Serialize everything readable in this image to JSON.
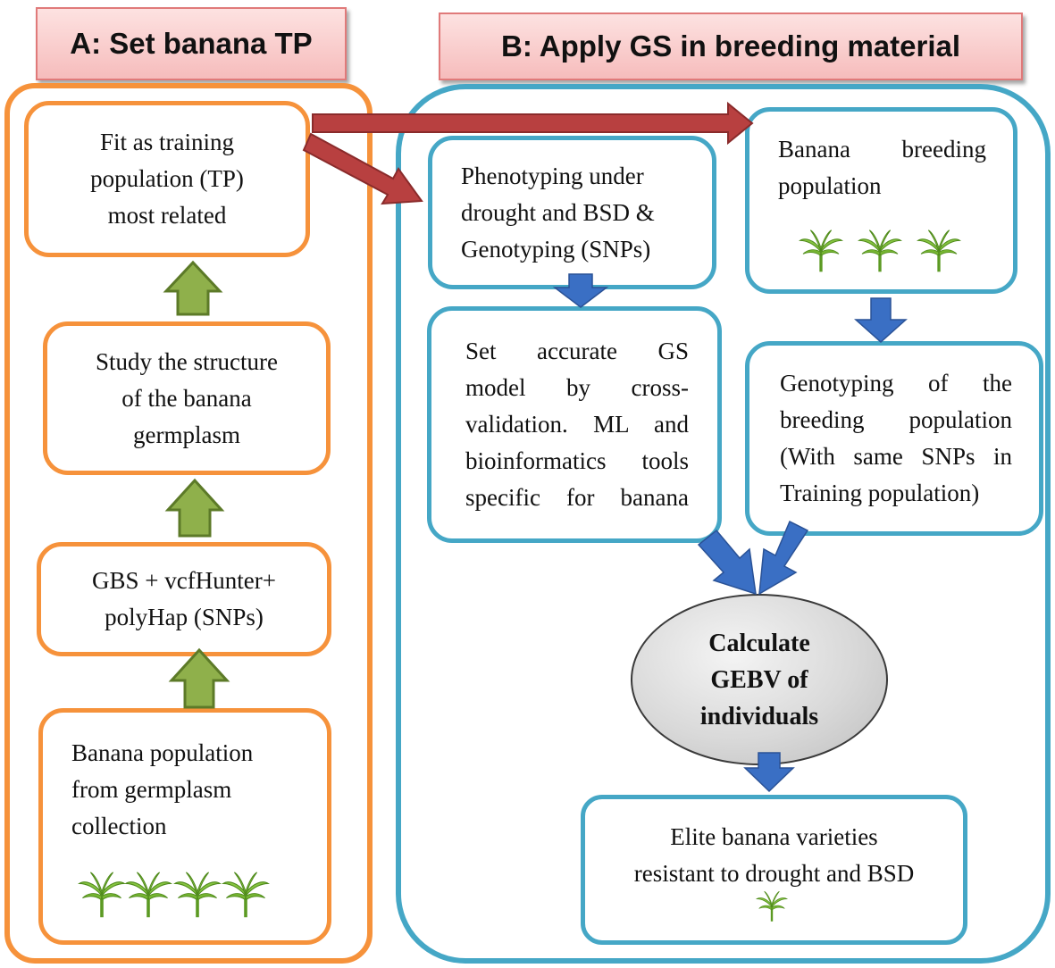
{
  "headers": {
    "a": "A: Set banana TP",
    "b": "B: Apply GS in breeding material"
  },
  "panel_a": {
    "fit_tp": [
      "Fit as training",
      "population (TP)",
      "most related"
    ],
    "structure": [
      "Study the structure",
      "of the banana",
      "germplasm"
    ],
    "gbs": [
      "GBS + vcfHunter+",
      "polyHap (SNPs)"
    ],
    "population": [
      "Banana population",
      "from germplasm",
      "collection"
    ]
  },
  "panel_b": {
    "phenotyping": [
      "Phenotyping under",
      "drought and BSD &",
      "Genotyping (SNPs)"
    ],
    "gs_model": [
      "Set accurate GS",
      "model by cross-",
      "validation. ML and",
      "bioinformatics tools",
      "specific for banana"
    ],
    "breeding_population": [
      "Banana breeding",
      "population"
    ],
    "genotyping": [
      "Genotyping of the",
      "breeding population",
      "(With same SNPs in",
      "Training population)"
    ],
    "gebv": [
      "Calculate",
      "GEBV of",
      "individuals"
    ],
    "elite": [
      "Elite banana varieties",
      "resistant to drought and BSD"
    ]
  },
  "colors": {
    "panel_a_border": "#f6923b",
    "panel_b_border": "#45a7c6",
    "header_fill": "#f6bcbc",
    "green_arrow": "#8fb04b",
    "blue_arrow": "#3a6fc4",
    "red_arrow": "#b84040",
    "banana_plant": "#7cbf2c"
  },
  "icons": [
    "banana-plant-icon"
  ]
}
